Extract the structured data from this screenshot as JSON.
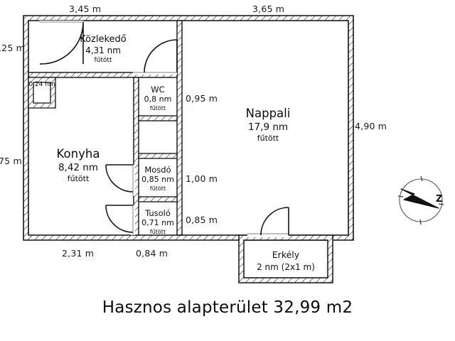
{
  "document": {
    "type": "floor-plan",
    "language": "hu",
    "footer_title": "Hasznos alapterület 32,99 m2"
  },
  "rooms": [
    {
      "id": "kozlekedo",
      "name": "Közlekedő",
      "area": "4,31 nm",
      "heating": "fűtött"
    },
    {
      "id": "nappali",
      "name": "Nappali",
      "area": "17,9 nm",
      "heating": "fűtött"
    },
    {
      "id": "konyha",
      "name": "Konyha",
      "area": "8,42 nm",
      "heating": "fűtött"
    },
    {
      "id": "wc",
      "name": "WC",
      "area": "0,8 nm",
      "heating": "fűtött"
    },
    {
      "id": "mosdo",
      "name": "Mosdó",
      "area": "0,85 nm",
      "heating": "fűtött"
    },
    {
      "id": "tusolo",
      "name": "Tusoló",
      "area": "0,71 nm",
      "heating": "fűtött"
    },
    {
      "id": "kamra",
      "name": "",
      "area": "0,24 nm",
      "heating": ""
    }
  ],
  "balcony": {
    "id": "erkely",
    "name": "Erkély",
    "area": "2 nm (2x1 m)"
  },
  "dimensions": {
    "top_left": "3,45 m",
    "top_right": "3,65 m",
    "left_upper": ",25 m",
    "left_lower": "75 m",
    "right_outer": "4,90 m",
    "right_inner_wc": "0,95 m",
    "right_inner_mosdo": "1,00 m",
    "right_inner_tusolo": "0,85 m",
    "bottom_left": "2,31 m",
    "bottom_mid": "0,84 m"
  },
  "compass": {
    "label": "Z"
  },
  "colors": {
    "ink": "#111111",
    "wall_fill": "#ffffff",
    "paper": "#ffffff",
    "door_leaf": "#9a9a9a"
  }
}
